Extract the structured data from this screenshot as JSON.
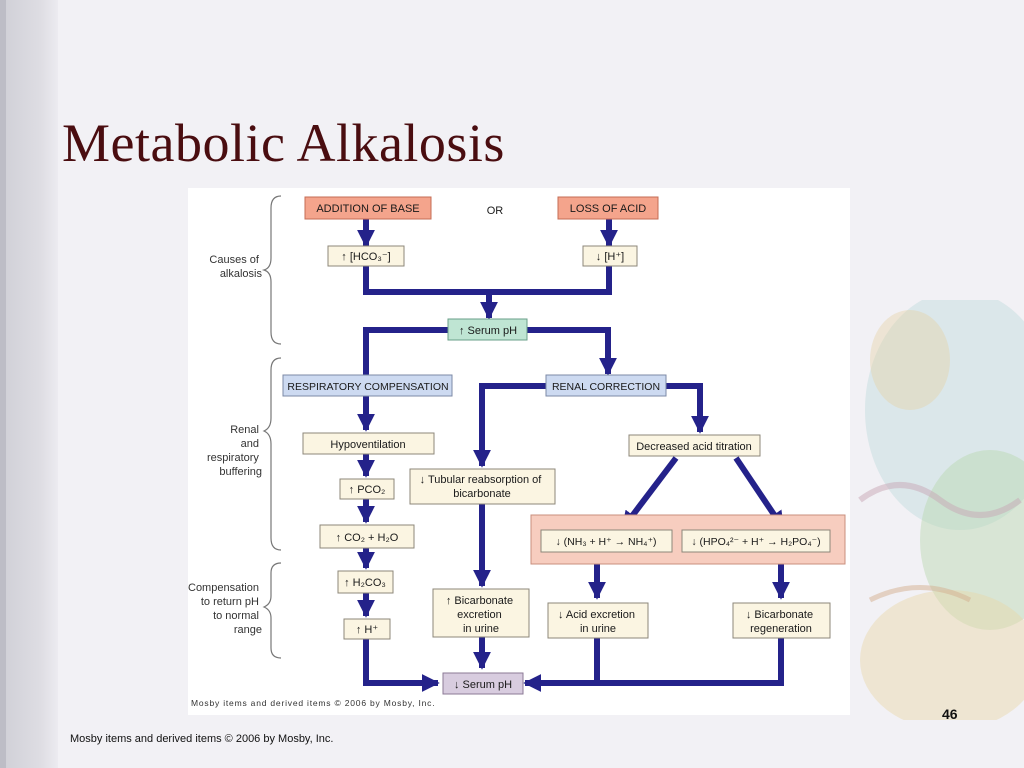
{
  "title": "Metabolic Alkalosis",
  "slide_number": "46",
  "footer": "Mosby items and derived items © 2006 by Mosby, Inc.",
  "diagram": {
    "credit": "Mosby items and derived items © 2006 by Mosby, Inc.",
    "colors": {
      "arrow": "#24228a",
      "cause_box": "#f4a48c",
      "process_box": "#fbf5e2",
      "comp_box": "#cddaf1",
      "serum_box": "#bfe5d3",
      "final_box": "#d8ccdf",
      "buffer_panel": "#f7cdbf"
    },
    "stages": {
      "causes": [
        "Causes of",
        "alkalosis"
      ],
      "buffering": [
        "Renal",
        "and",
        "respiratory",
        "buffering"
      ],
      "compensation": [
        "Compensation",
        "to return pH",
        "to normal",
        "range"
      ]
    },
    "boxes": {
      "addition_of_base": "ADDITION OF BASE",
      "or": "OR",
      "loss_of_acid": "LOSS OF ACID",
      "hco3_up": "↑ [HCO₃⁻]",
      "h_down": "↓ [H⁺]",
      "serum_ph_up": "↑ Serum pH",
      "respiratory_compensation": "RESPIRATORY COMPENSATION",
      "renal_correction": "RENAL CORRECTION",
      "hypoventilation": "Hypoventilation",
      "pco2_up": "↑ PCO₂",
      "co2_h2o_up": "↑ CO₂ + H₂O",
      "h2co3_up": "↑ H₂CO₃",
      "h_up": "↑ H⁺",
      "tubular_reabsorption": [
        "↓ Tubular reabsorption of",
        "bicarbonate"
      ],
      "decreased_acid_titration": "Decreased acid titration",
      "nh3_buffer": "↓ (NH₃ + H⁺ → NH₄⁺)",
      "hpo4_buffer": "↓ (HPO₄²⁻ + H⁺ → H₂PO₄⁻)",
      "bicarbonate_excretion": [
        "↑ Bicarbonate",
        "excretion",
        "in urine"
      ],
      "acid_excretion": [
        "↓ Acid excretion",
        "in urine"
      ],
      "bicarbonate_regeneration": [
        "↓ Bicarbonate",
        "regeneration"
      ],
      "serum_ph_down": "↓ Serum pH"
    }
  }
}
